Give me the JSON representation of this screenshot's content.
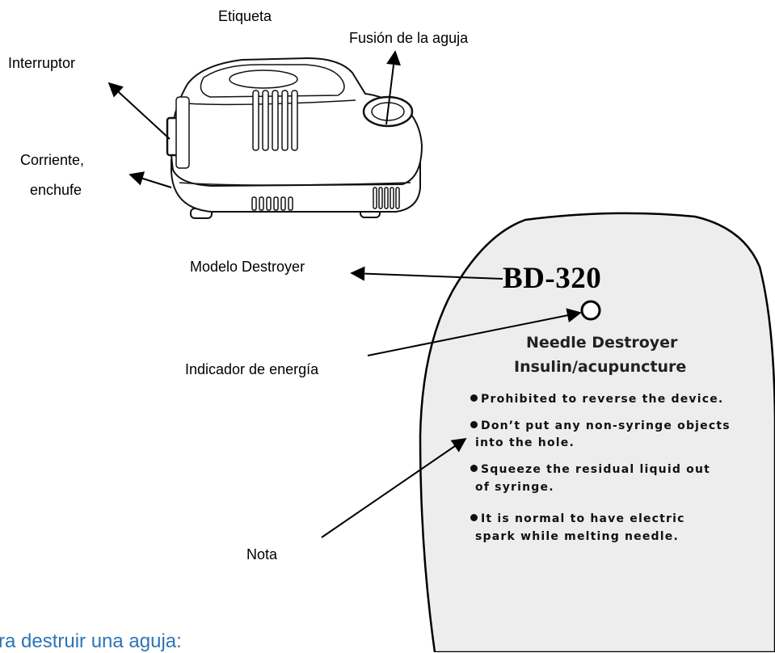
{
  "labels": {
    "etiqueta": "Etiqueta",
    "fusion": "Fusión de la aguja",
    "interruptor": "Interruptor",
    "corriente_1": "Corriente,",
    "corriente_2": "enchufe",
    "modelo": "Modelo Destroyer",
    "indicador": "Indicador de energía",
    "nota": "Nota"
  },
  "plate": {
    "model": "BD-320",
    "name_line1": "Needle Destroyer",
    "name_line2": "Insulin/acupuncture",
    "notes": [
      "Prohibited to reverse the device.",
      "Don’t put any non-syringe objects",
      "into the hole.",
      "Squeeze the residual liquid out",
      "of syringe.",
      "It is normal to have electric",
      "spark while melting needle."
    ]
  },
  "heading": "ra destruir una aguja:"
}
